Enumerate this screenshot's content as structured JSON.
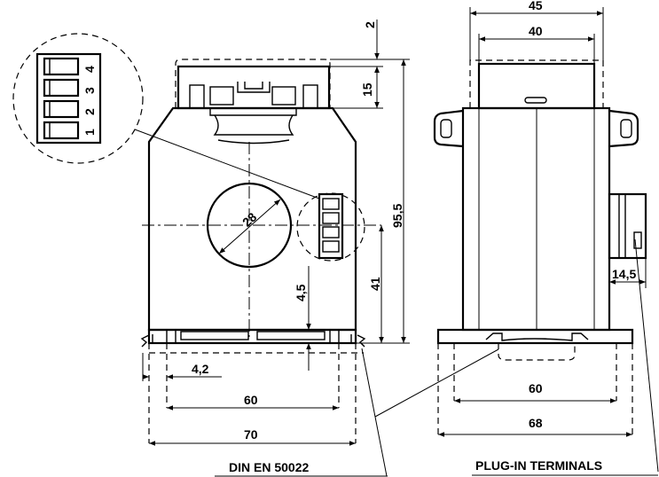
{
  "dimensions": {
    "front_height_top": "2",
    "front_height_cap": "15",
    "front_total_height": "95,5",
    "front_center_height": "41",
    "front_slot_height": "4,5",
    "front_hole_diameter": "28",
    "front_offset": "4,2",
    "front_rail_width": "60",
    "front_total_width": "70",
    "side_total_width": "45",
    "side_inner_width": "40",
    "side_terminal_depth": "14,5",
    "side_rail_width": "60",
    "side_base_width": "68"
  },
  "terminal_numbers": [
    "1",
    "2",
    "3",
    "4"
  ],
  "labels": {
    "din_standard": "DIN EN 50022",
    "plug_in_terminals": "PLUG-IN TERMINALS"
  }
}
